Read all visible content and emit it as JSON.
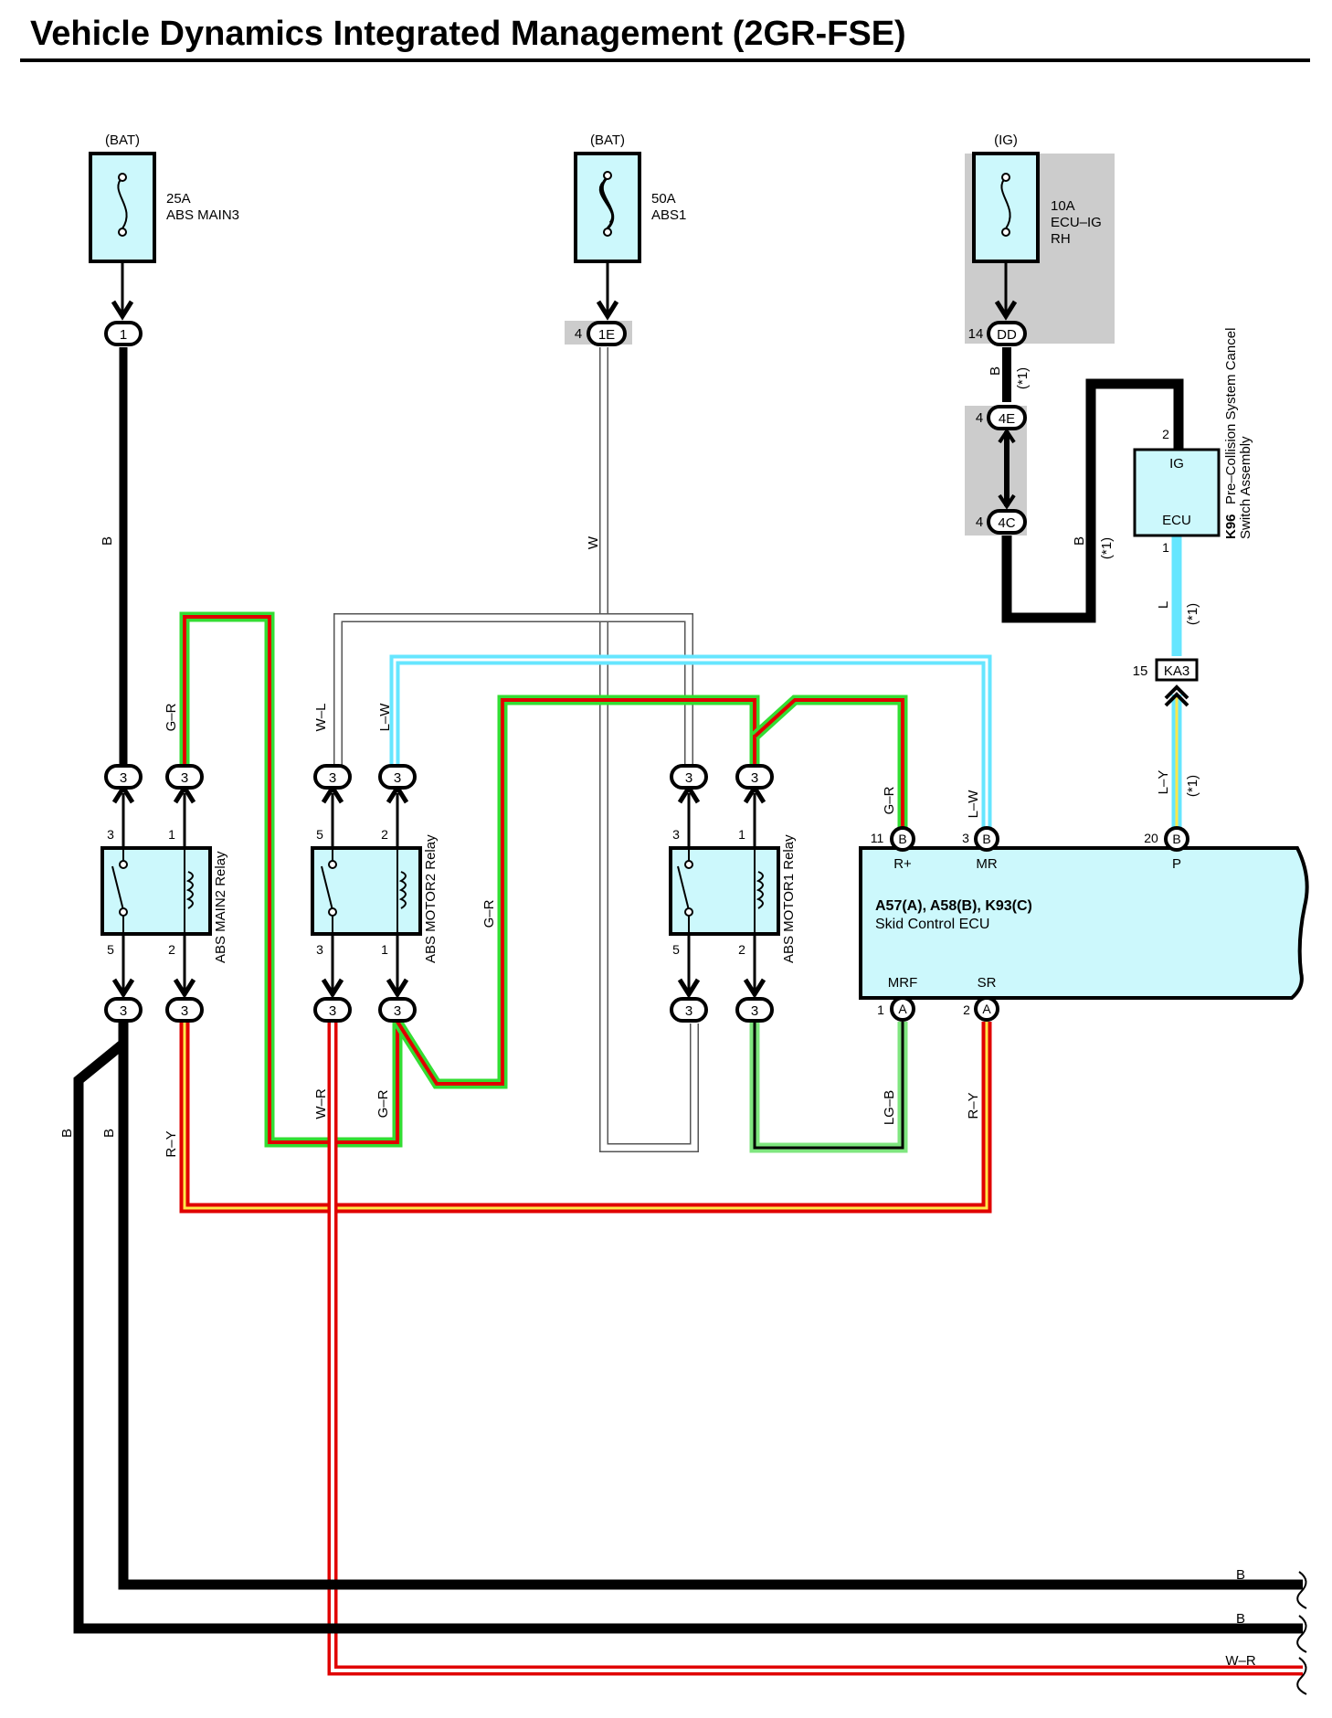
{
  "title": "Vehicle Dynamics Integrated Management (2GR-FSE)",
  "colors": {
    "black": "#000000",
    "white": "#ffffff",
    "green": "#33dd33",
    "red": "#e00000",
    "yellow": "#ffe84a",
    "light_blue": "#66e6ff",
    "light_green": "#7fe67f",
    "component_fill": "#ccf8fc",
    "shade": "#cccccc"
  },
  "sources": {
    "bat1": "(BAT)",
    "bat2": "(BAT)",
    "ig": "(IG)"
  },
  "fuses": {
    "abs_main3": {
      "rating": "25A",
      "name": "ABS MAIN3"
    },
    "abs1": {
      "rating": "50A",
      "name": "ABS1"
    },
    "ecu_ig": {
      "rating": "10A",
      "name1": "ECU–IG",
      "name2": "RH"
    }
  },
  "connectors": {
    "c1": "1",
    "c1e": "1E",
    "c1e_pin": "4",
    "dd": "DD",
    "dd_pin": "14",
    "c4e": "4E",
    "c4e_pin": "4",
    "c4c": "4C",
    "c4c_pin": "4",
    "ka3": "KA3",
    "ka3_pin": "15",
    "j3": "3",
    "b": "B",
    "a": "A"
  },
  "wires": {
    "b": "B",
    "w": "W",
    "g_r": "G–R",
    "w_l": "W–L",
    "l_w": "L–W",
    "l": "L",
    "l_y": "L–Y",
    "w_r": "W–R",
    "r_y": "R–Y",
    "lg_b": "LG–B",
    "star1": "(*1)"
  },
  "relays": {
    "main2": {
      "name": "ABS MAIN2 Relay",
      "p3": "3",
      "p1": "1",
      "p5": "5",
      "p2": "2"
    },
    "motor2": {
      "name": "ABS MOTOR2 Relay",
      "p5": "5",
      "p2": "2",
      "p3": "3",
      "p1": "1"
    },
    "motor1": {
      "name": "ABS MOTOR1 Relay",
      "p3": "3",
      "p1": "1",
      "p5": "5",
      "p2": "2"
    }
  },
  "k96": {
    "code": "K96",
    "name1": "Pre–Collision System Cancel",
    "name2": "Switch Assembly",
    "ig": "IG",
    "ecu": "ECU",
    "pin2": "2",
    "pin1": "1"
  },
  "skid_ecu": {
    "codes": "A57(A), A58(B), K93(C)",
    "name": "Skid Control ECU",
    "r_plus": "R+",
    "mr": "MR",
    "p": "P",
    "mrf": "MRF",
    "sr": "SR",
    "pin11": "11",
    "pin3": "3",
    "pin20": "20",
    "pin1": "1",
    "pin2": "2"
  },
  "right_labels": {
    "b1": "B",
    "b2": "B",
    "w_r": "W–R"
  }
}
